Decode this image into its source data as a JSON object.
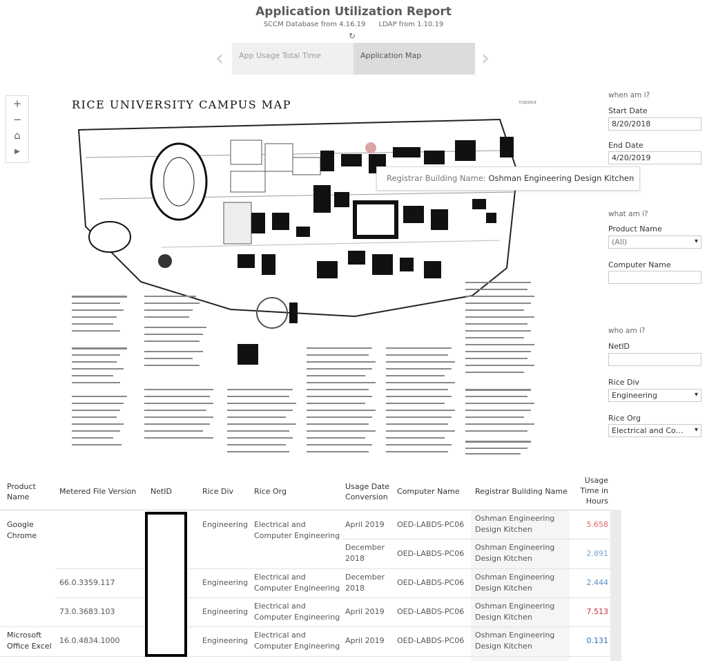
{
  "header": {
    "title": "Application Utilization Report",
    "subtitle_left": "SCCM Database from 4.16.19",
    "subtitle_right": "LDAP from 1.10.19",
    "refresh_icon": "refresh-icon"
  },
  "tabs": [
    {
      "label": "App Usage Total Time",
      "active": false
    },
    {
      "label": "Application Map",
      "active": true
    }
  ],
  "map": {
    "title": "RICE UNIVERSITY CAMPUS MAP",
    "date": "7/19/2019",
    "tooltip_label": "Registrar Building Name:",
    "tooltip_value": "Oshman Engineering Design Kitchen",
    "marker_color": "#d89b9b"
  },
  "filters": {
    "when_heading": "when am i?",
    "start_label": "Start Date",
    "start_value": "8/20/2018",
    "end_label": "End Date",
    "end_value": "4/20/2019",
    "what_heading": "what am i?",
    "product_label": "Product Name",
    "product_value": "(All)",
    "computer_label": "Computer Name",
    "computer_value": "",
    "who_heading": "who am i?",
    "netid_label": "NetID",
    "netid_value": "",
    "div_label": "Rice Div",
    "div_value": "Engineering",
    "org_label": "Rice Org",
    "org_value": "Electrical and Compu..."
  },
  "table": {
    "columns": {
      "product": "Product Name",
      "version": "Metered File Version",
      "netid": "NetID",
      "div": "Rice Div",
      "org": "Rice Org",
      "date": "Usage Date Conversion",
      "computer": "Computer Name",
      "building": "Registrar Building Name",
      "usage": "Usage Time in Hours"
    },
    "rows": [
      {
        "product": "Google Chrome",
        "version": "",
        "div": "Engineering",
        "org": "Electrical and Computer Engineering",
        "date": "April 2019",
        "computer": "OED-LABDS-PC06",
        "building": "Oshman Engineering Design Kitchen",
        "usage": "5.658",
        "usage_color": "#e06464"
      },
      {
        "product": "",
        "version": "",
        "div": "",
        "org": "",
        "date": "December 2018",
        "computer": "OED-LABDS-PC06",
        "building": "Oshman Engineering Design Kitchen",
        "usage": "2.891",
        "usage_color": "#7aa5cf"
      },
      {
        "product": "",
        "version": "66.0.3359.117",
        "div": "Engineering",
        "org": "Electrical and Computer Engineering",
        "date": "December 2018",
        "computer": "OED-LABDS-PC06",
        "building": "Oshman Engineering Design Kitchen",
        "usage": "2.444",
        "usage_color": "#5b8fc6"
      },
      {
        "product": "",
        "version": "73.0.3683.103",
        "div": "Engineering",
        "org": "Electrical and Computer Engineering",
        "date": "April 2019",
        "computer": "OED-LABDS-PC06",
        "building": "Oshman Engineering Design Kitchen",
        "usage": "7.513",
        "usage_color": "#c9303a"
      },
      {
        "product": "Microsoft Office Excel",
        "version": "16.0.4834.1000",
        "div": "Engineering",
        "org": "Electrical and Computer Engineering",
        "date": "April 2019",
        "computer": "OED-LABDS-PC06",
        "building": "Oshman Engineering Design Kitchen",
        "usage": "0.131",
        "usage_color": "#2e6fab"
      }
    ]
  }
}
